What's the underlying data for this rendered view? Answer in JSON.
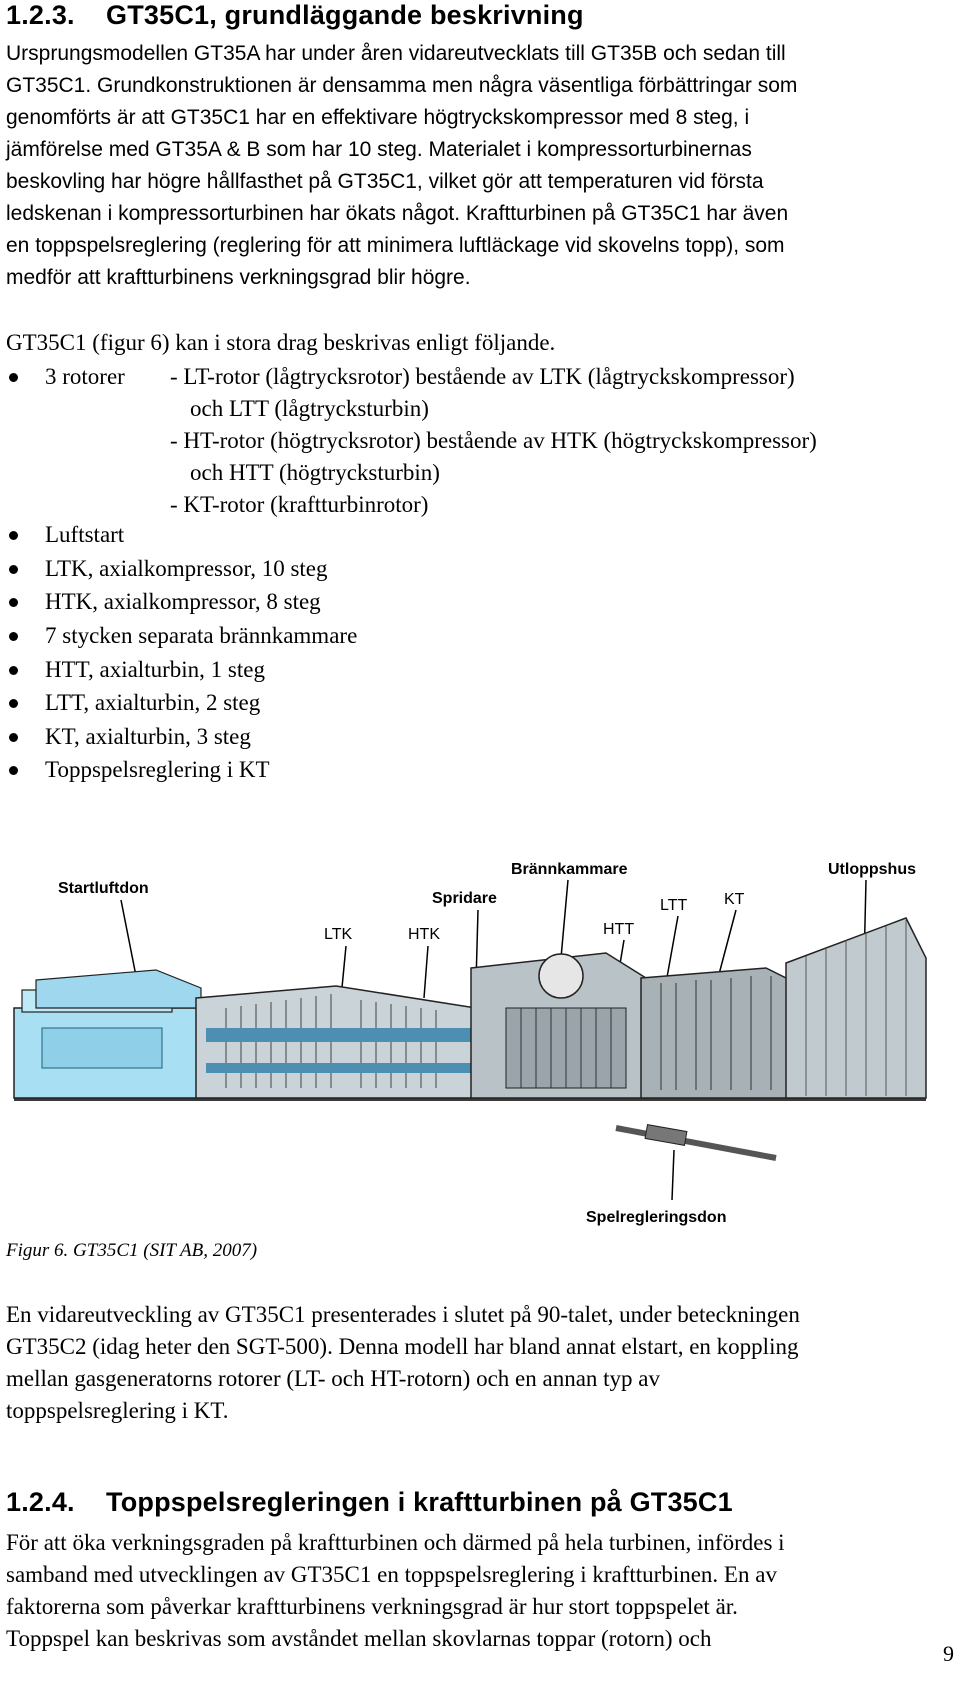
{
  "section1": {
    "number": "1.2.3.",
    "title": "GT35C1, grundläggande beskrivning",
    "para1_lines": [
      "Ursprungsmodellen GT35A har under åren vidareutvecklats till GT35B och sedan till",
      "GT35C1. Grundkonstruktionen är densamma men några väsentliga förbättringar som",
      "genomförts är att GT35C1 har en effektivare högtryckskompressor med 8 steg, i",
      "jämförelse med GT35A & B som har 10 steg. Materialet i kompressorturbinernas",
      "beskovling har högre hållfasthet på GT35C1, vilket gör att temperaturen vid första",
      "ledskenan i kompressorturbinen har ökats något. Kraftturbinen på GT35C1 har även",
      "en toppspelsreglering (reglering för att minimera luftläckage vid skovelns topp), som",
      "medför att kraftturbinens verkningsgrad blir högre."
    ],
    "intro": "GT35C1 (figur 6) kan i stora drag beskrivas enligt följande.",
    "rotor_label": "3 rotorer",
    "rotor_lines": [
      "- LT-rotor (lågtrycksrotor) bestående av LTK (lågtryckskompressor)",
      "och LTT (lågtrycksturbin)",
      "- HT-rotor (högtrycksrotor) bestående av HTK (högtryckskompressor)",
      "och HTT (högtrycksturbin)",
      "- KT-rotor (kraftturbinrotor)"
    ],
    "bullets": [
      "Luftstart",
      "LTK, axialkompressor, 10 steg",
      "HTK, axialkompressor, 8 steg",
      "7 stycken separata brännkammare",
      "HTT, axialturbin, 1 steg",
      "LTT, axialturbin, 2 steg",
      "KT, axialturbin, 3 steg",
      "Toppspelsreglering i KT"
    ]
  },
  "figure": {
    "labels": {
      "startluftdon": "Startluftdon",
      "ltk": "LTK",
      "htk": "HTK",
      "spridare": "Spridare",
      "brannkammare": "Brännkammare",
      "htt": "HTT",
      "ltt": "LTT",
      "kt": "KT",
      "utloppshus": "Utloppshus",
      "spelregleringsdon": "Spelregleringsdon"
    },
    "caption": "Figur 6. GT35C1 (SIT AB, 2007)"
  },
  "para2_lines": [
    "En vidareutveckling av GT35C1 presenterades i slutet på 90-talet, under beteckningen",
    "GT35C2 (idag heter den SGT-500). Denna modell har bland annat elstart, en koppling",
    "mellan gasgeneratorns rotorer (LT- och HT-rotorn) och en annan typ av",
    "toppspelsreglering i KT."
  ],
  "section2": {
    "number": "1.2.4.",
    "title": "Toppspelsregleringen i kraftturbinen på GT35C1",
    "para_lines": [
      "För att öka verkningsgraden på kraftturbinen och därmed på hela turbinen, infördes i",
      "samband med utvecklingen av GT35C1 en toppspelsreglering i kraftturbinen. En av",
      "faktorerna som påverkar kraftturbinens verkningsgrad är hur stort toppspelet är.",
      "Toppspel kan beskrivas som avståndet mellan skovlarnas toppar (rotorn) och"
    ]
  },
  "page_number": "9"
}
